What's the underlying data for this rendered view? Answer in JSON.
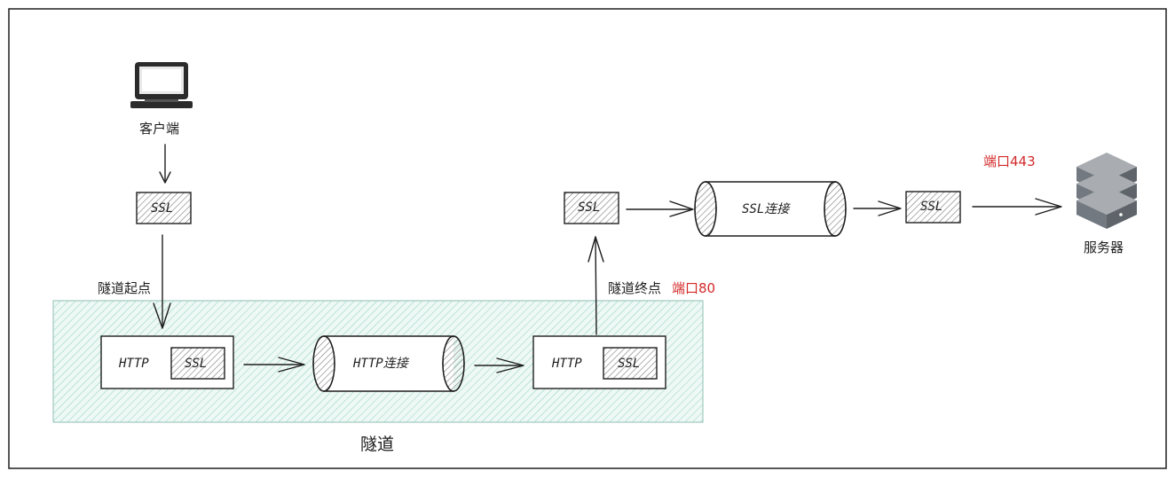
{
  "client": {
    "label": "客户端",
    "icon": "computer-icon"
  },
  "server": {
    "label": "服务器",
    "icon": "server-icon",
    "port_label": "端口443"
  },
  "tunnel": {
    "label": "隧道",
    "start_label": "隧道起点",
    "end_label": "隧道终点",
    "end_port_label": "端口80",
    "left_packet": {
      "outer": "HTTP",
      "inner": "SSL"
    },
    "connection": "HTTP连接",
    "right_packet": {
      "outer": "HTTP",
      "inner": "SSL"
    }
  },
  "client_ssl": "SSL",
  "exit_ssl": "SSL",
  "ssl_connection": "SSL连接",
  "server_ssl": "SSL",
  "colors": {
    "tunnel_fill": "#63c2a8",
    "accent_red": "#d42a2a",
    "stroke": "#1e1e1e"
  }
}
